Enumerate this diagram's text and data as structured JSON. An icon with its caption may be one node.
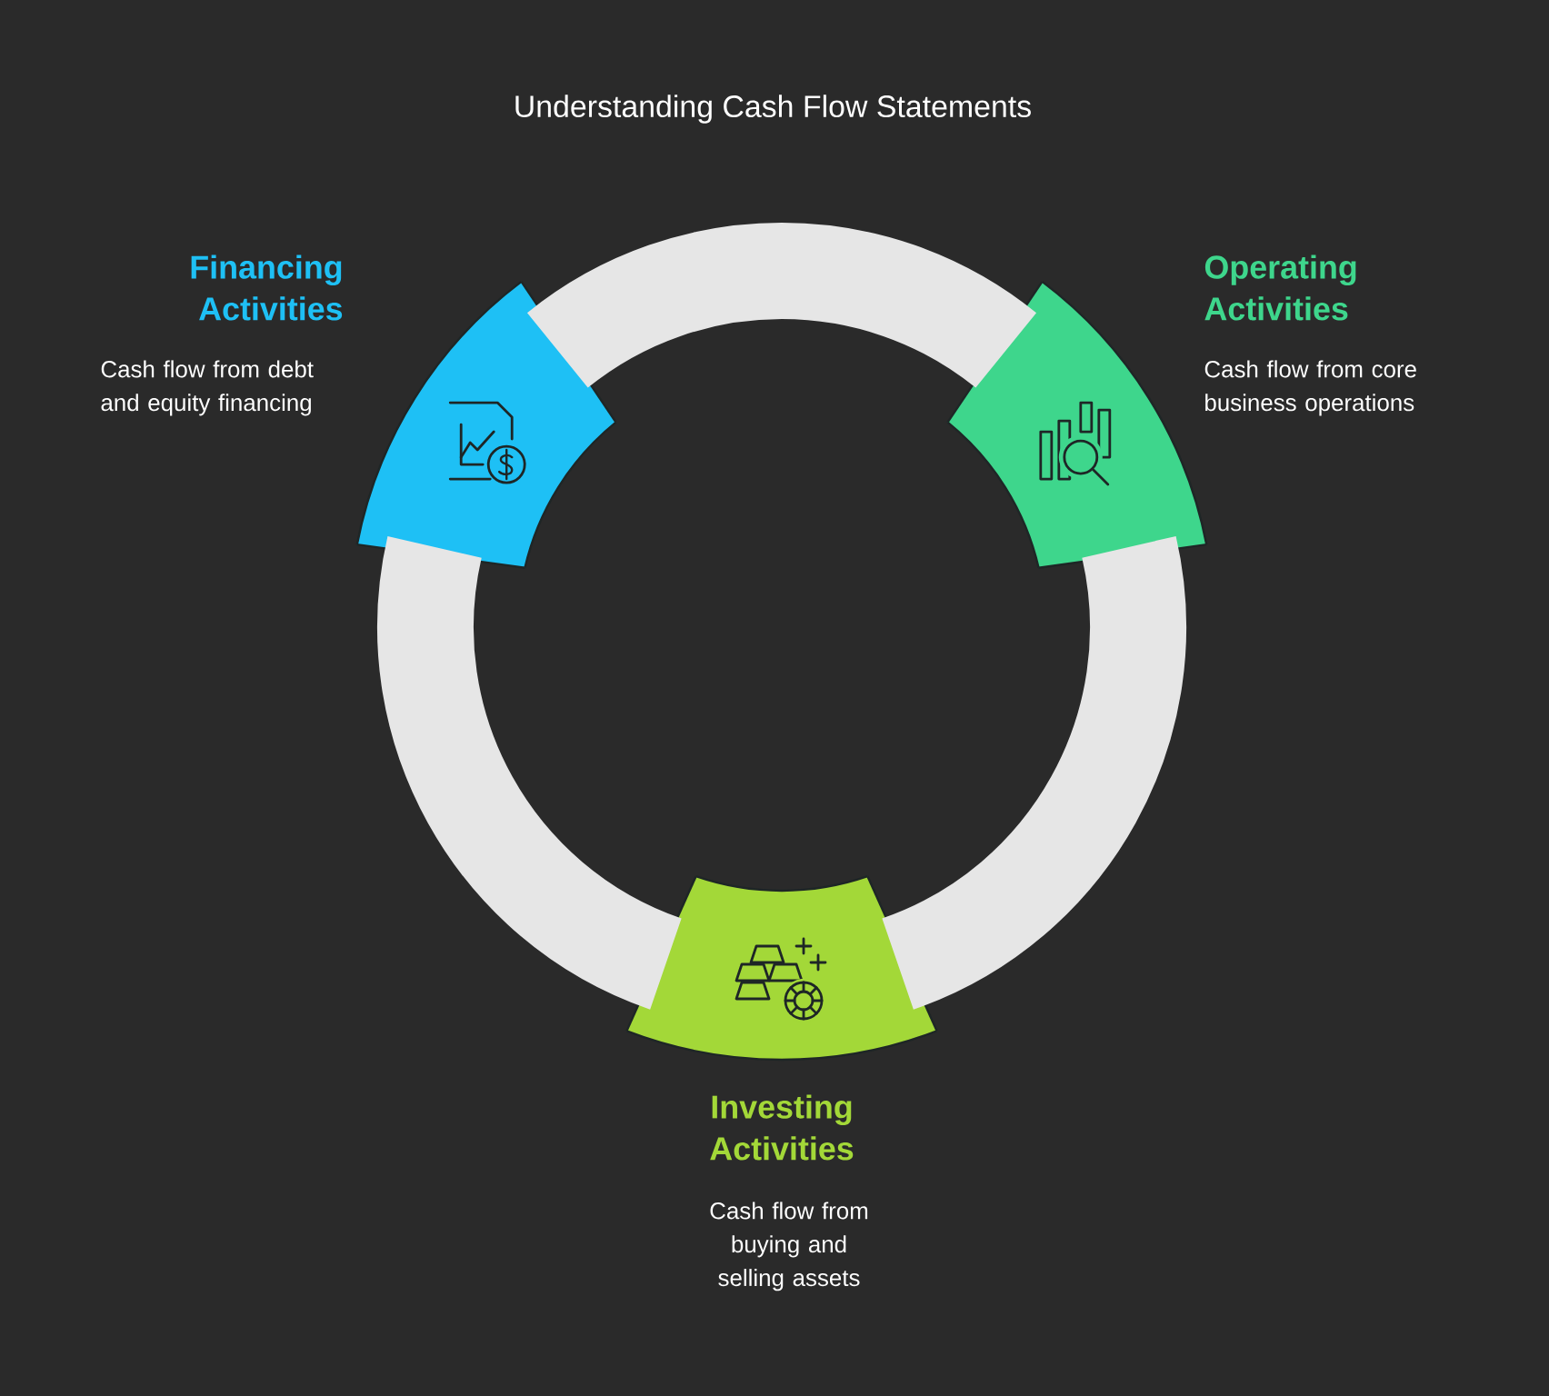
{
  "diagram": {
    "title": "Understanding Cash Flow Statements",
    "nodes": [
      {
        "text": [
          "Financing Activities",
          "Cash flow from debt and equity financing"
        ]
      },
      {
        "text": [
          "Operating Activities",
          "Cash flow from core business operations"
        ]
      },
      {
        "text": [
          "Investing Activities",
          "Cash flow from buying and selling assets"
        ]
      }
    ],
    "edges": [
      {
        "from": 0,
        "to": 1,
        "arrow": "none"
      },
      {
        "from": 1,
        "to": 2,
        "arrow": "none"
      },
      {
        "from": 2,
        "to": 0,
        "arrow": "none"
      }
    ]
  }
}
